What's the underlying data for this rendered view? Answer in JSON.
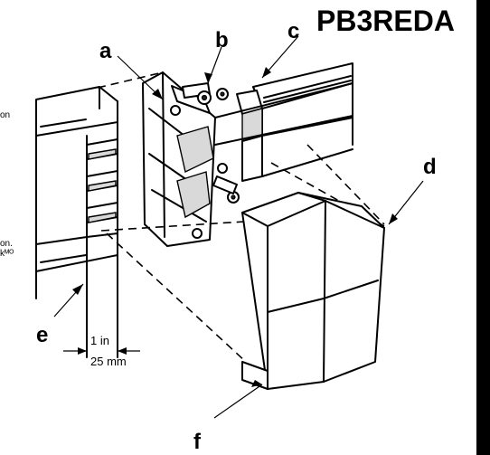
{
  "title": "PB3REDA",
  "callouts": {
    "a": "a",
    "b": "b",
    "c": "c",
    "d": "d",
    "e": "e",
    "f": "f"
  },
  "dimension": {
    "inches": "1 in",
    "millimeters": "25 mm"
  },
  "margin_text": {
    "top": "on",
    "mid_1": "on.",
    "mid_2": "kᴹᴼ"
  }
}
